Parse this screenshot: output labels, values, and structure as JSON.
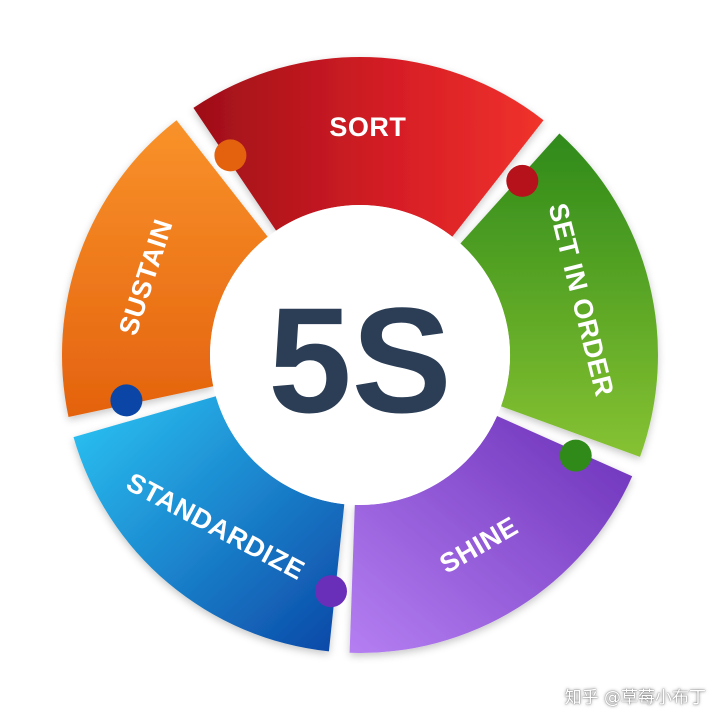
{
  "diagram": {
    "center_label": "5S",
    "center_color": "#2c3e56",
    "segments": [
      {
        "id": "sort",
        "label": "SORT",
        "color_light": "#f0322c",
        "color_dark": "#b5121b"
      },
      {
        "id": "set-in-order",
        "label": "SET IN ORDER",
        "color_light": "#86c232",
        "color_dark": "#2f8a1a"
      },
      {
        "id": "shine",
        "label": "SHINE",
        "color_light": "#b57ff2",
        "color_dark": "#6a2fb8"
      },
      {
        "id": "standardize",
        "label": "STANDARDIZE",
        "color_light": "#2cc6f5",
        "color_dark": "#0b46a6"
      },
      {
        "id": "sustain",
        "label": "SUSTAIN",
        "color_light": "#f9922a",
        "color_dark": "#e4620e"
      }
    ]
  },
  "watermark": {
    "text": "知乎 @草莓小布丁"
  }
}
